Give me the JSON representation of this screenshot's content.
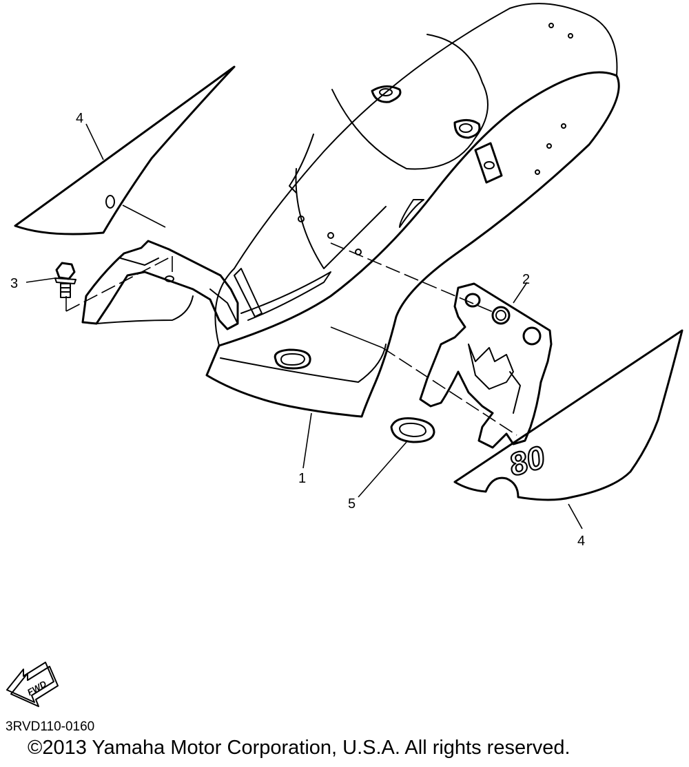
{
  "diagram": {
    "callouts": {
      "label_1": "1",
      "label_2": "2",
      "label_3": "3",
      "label_4_left": "4",
      "label_4_right": "4",
      "label_5": "5"
    },
    "decal_number": "80",
    "forward_arrow": "FWD"
  },
  "footer": {
    "part_code": "3RVD110-0160",
    "copyright": "©2013 Yamaha Motor Corporation, U.S.A. All rights reserved."
  }
}
